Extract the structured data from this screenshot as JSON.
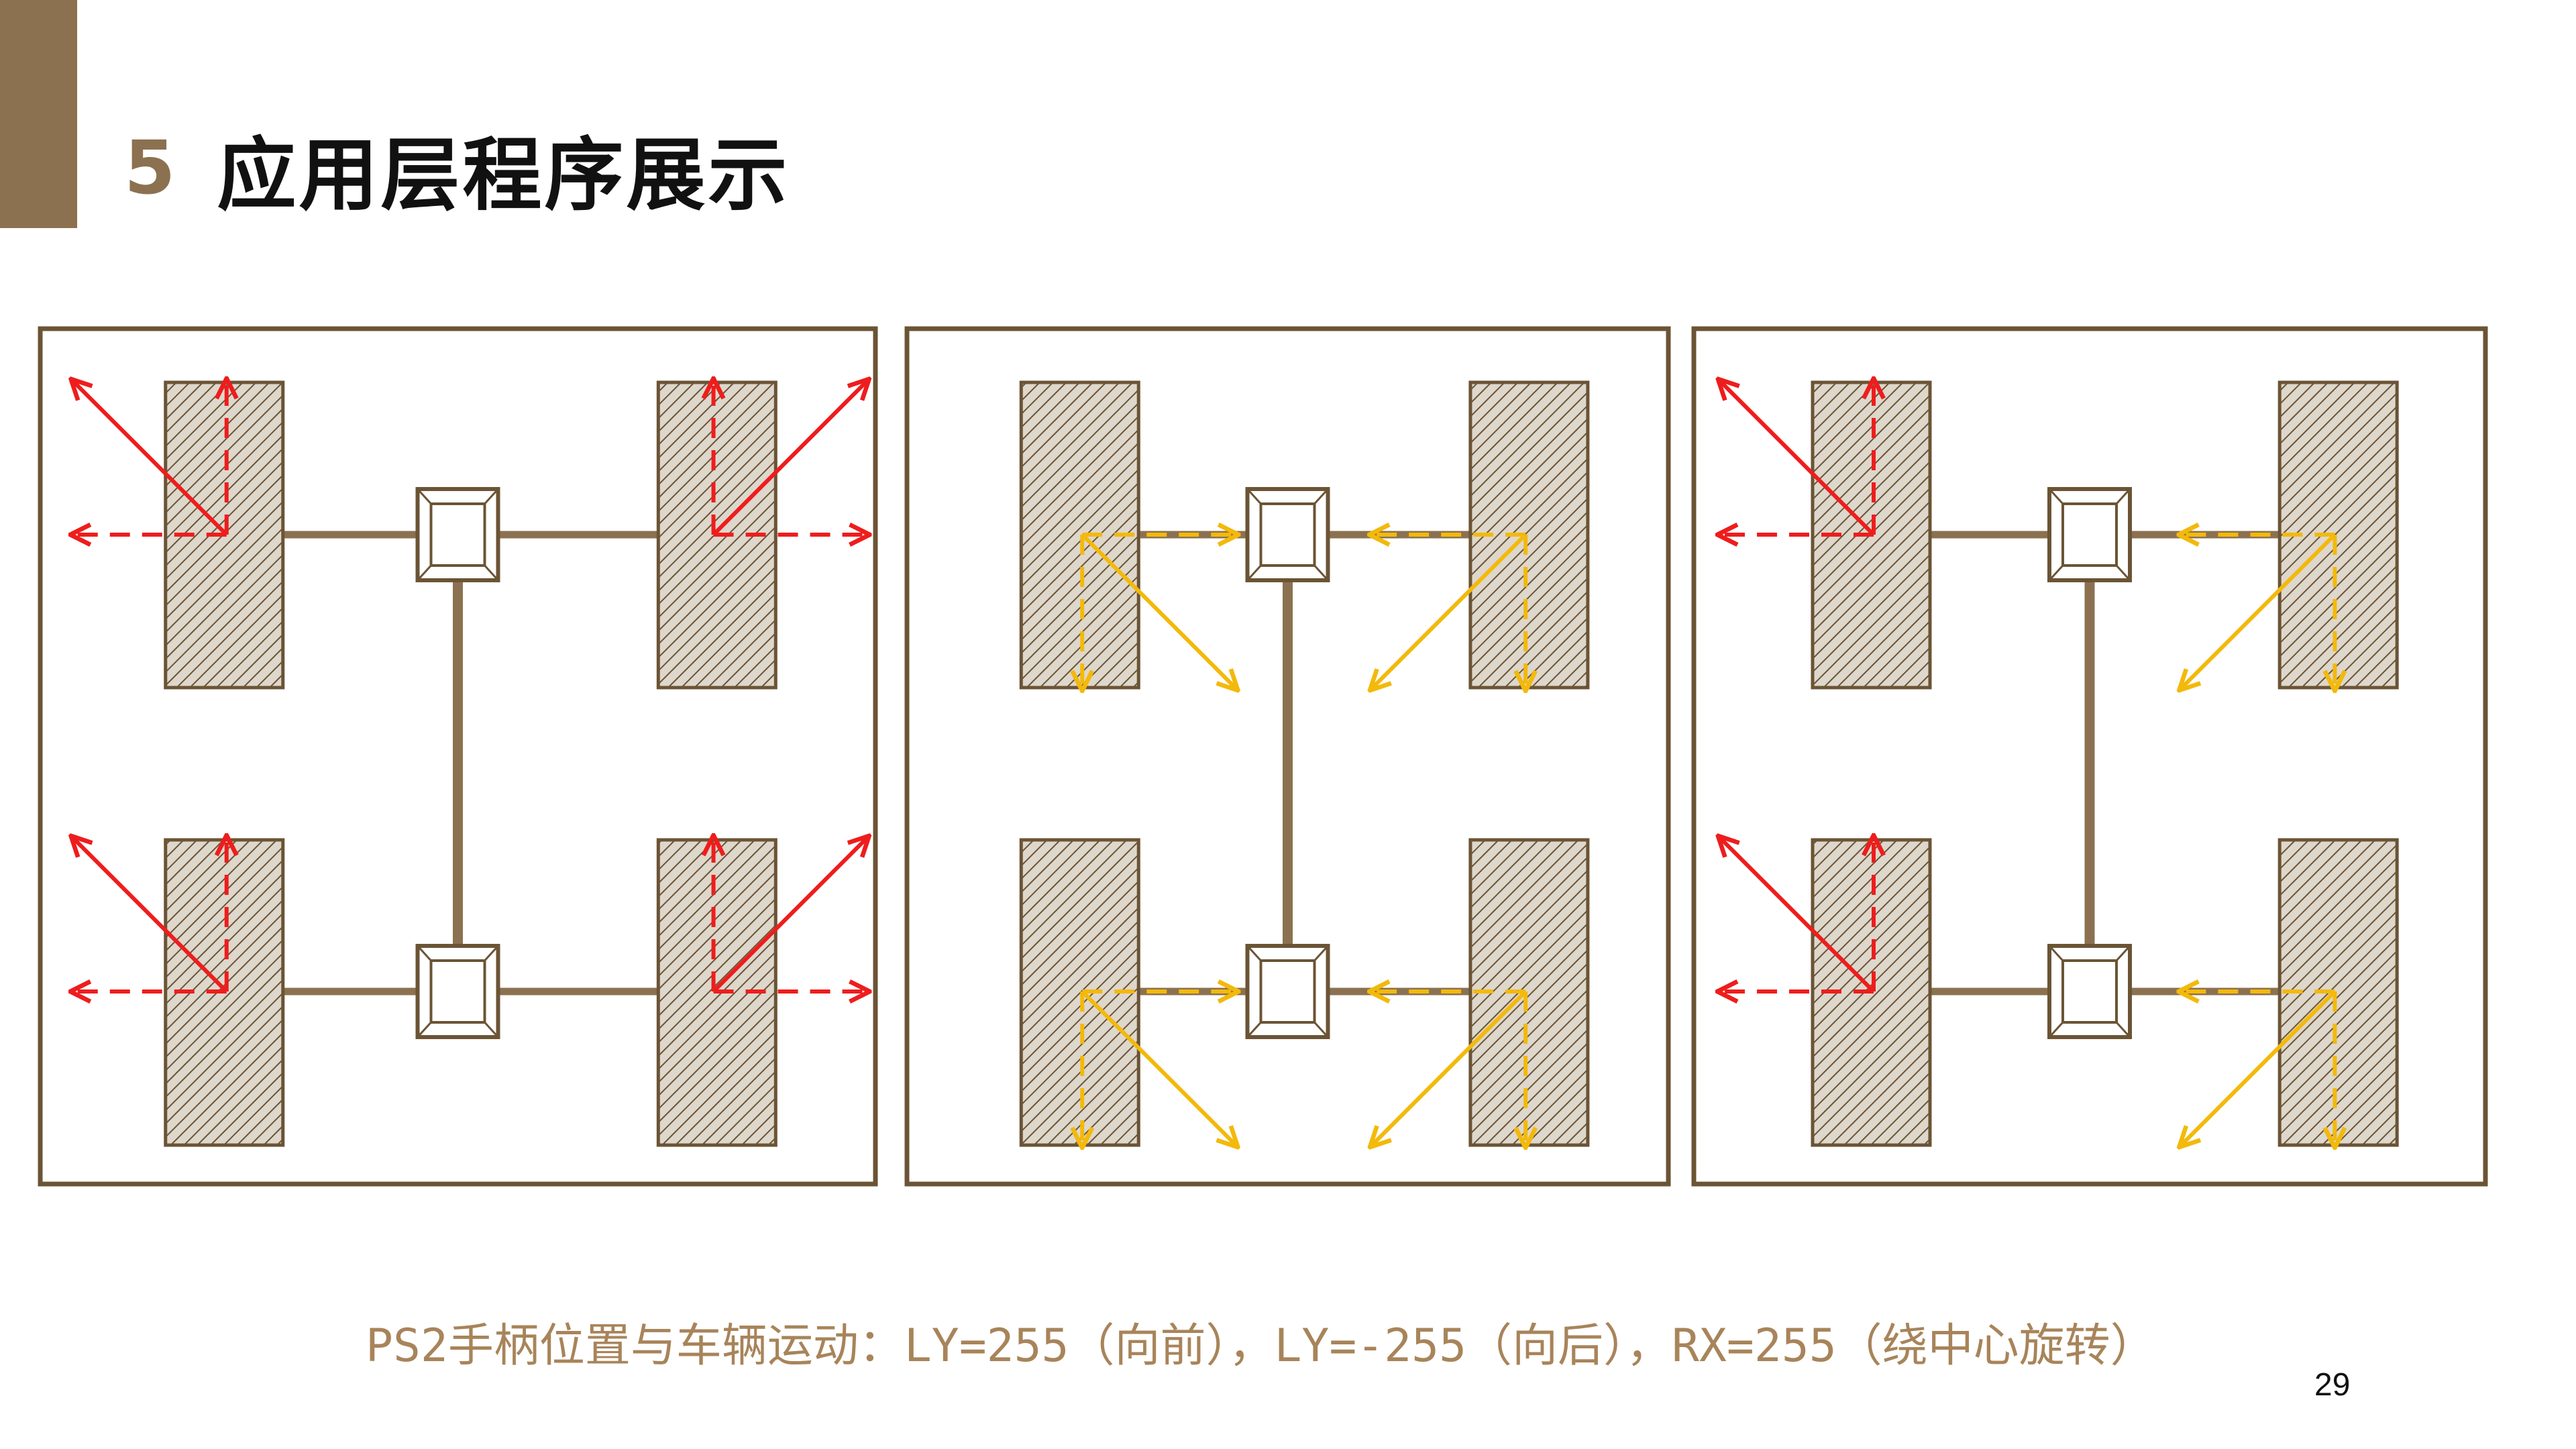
{
  "slide": {
    "section_number": "5",
    "title": "应用层程序展示",
    "caption": "PS2手柄位置与车辆运动：LY=255（向前），LY=-255（向后），RX=255（绕中心旋转）",
    "page_number": "29"
  },
  "colors": {
    "accent": "#8b7150",
    "frame": "#6b5435",
    "wheel_stripe": "#6b5435",
    "axle": "#8b7150",
    "caption": "#a8845a",
    "red_arrow": "#ee1d1d",
    "yellow_arrow": "#f3b90b"
  },
  "diagrams": [
    {
      "id": "panel-forward",
      "wheels": [
        {
          "pos": "front-left",
          "color": "red_arrow",
          "roller_dir": "up-left",
          "axial_dir": "left",
          "drive_dir": "up"
        },
        {
          "pos": "front-right",
          "color": "red_arrow",
          "roller_dir": "up-right",
          "axial_dir": "right",
          "drive_dir": "up"
        },
        {
          "pos": "rear-left",
          "color": "red_arrow",
          "roller_dir": "up-left",
          "axial_dir": "left",
          "drive_dir": "up"
        },
        {
          "pos": "rear-right",
          "color": "red_arrow",
          "roller_dir": "up-right",
          "axial_dir": "right",
          "drive_dir": "up"
        }
      ]
    },
    {
      "id": "panel-backward",
      "wheels": [
        {
          "pos": "front-left",
          "color": "yellow_arrow",
          "roller_dir": "down-right",
          "axial_dir": "right",
          "drive_dir": "down"
        },
        {
          "pos": "front-right",
          "color": "yellow_arrow",
          "roller_dir": "down-left",
          "axial_dir": "left",
          "drive_dir": "down"
        },
        {
          "pos": "rear-left",
          "color": "yellow_arrow",
          "roller_dir": "down-right",
          "axial_dir": "right",
          "drive_dir": "down"
        },
        {
          "pos": "rear-right",
          "color": "yellow_arrow",
          "roller_dir": "down-left",
          "axial_dir": "left",
          "drive_dir": "down"
        }
      ]
    },
    {
      "id": "panel-rotate",
      "wheels": [
        {
          "pos": "front-left",
          "color": "red_arrow",
          "roller_dir": "up-left",
          "axial_dir": "left",
          "drive_dir": "up"
        },
        {
          "pos": "front-right",
          "color": "yellow_arrow",
          "roller_dir": "down-left",
          "axial_dir": "left",
          "drive_dir": "down"
        },
        {
          "pos": "rear-left",
          "color": "red_arrow",
          "roller_dir": "up-left",
          "axial_dir": "left",
          "drive_dir": "up"
        },
        {
          "pos": "rear-right",
          "color": "yellow_arrow",
          "roller_dir": "down-left",
          "axial_dir": "left",
          "drive_dir": "down"
        }
      ]
    }
  ]
}
